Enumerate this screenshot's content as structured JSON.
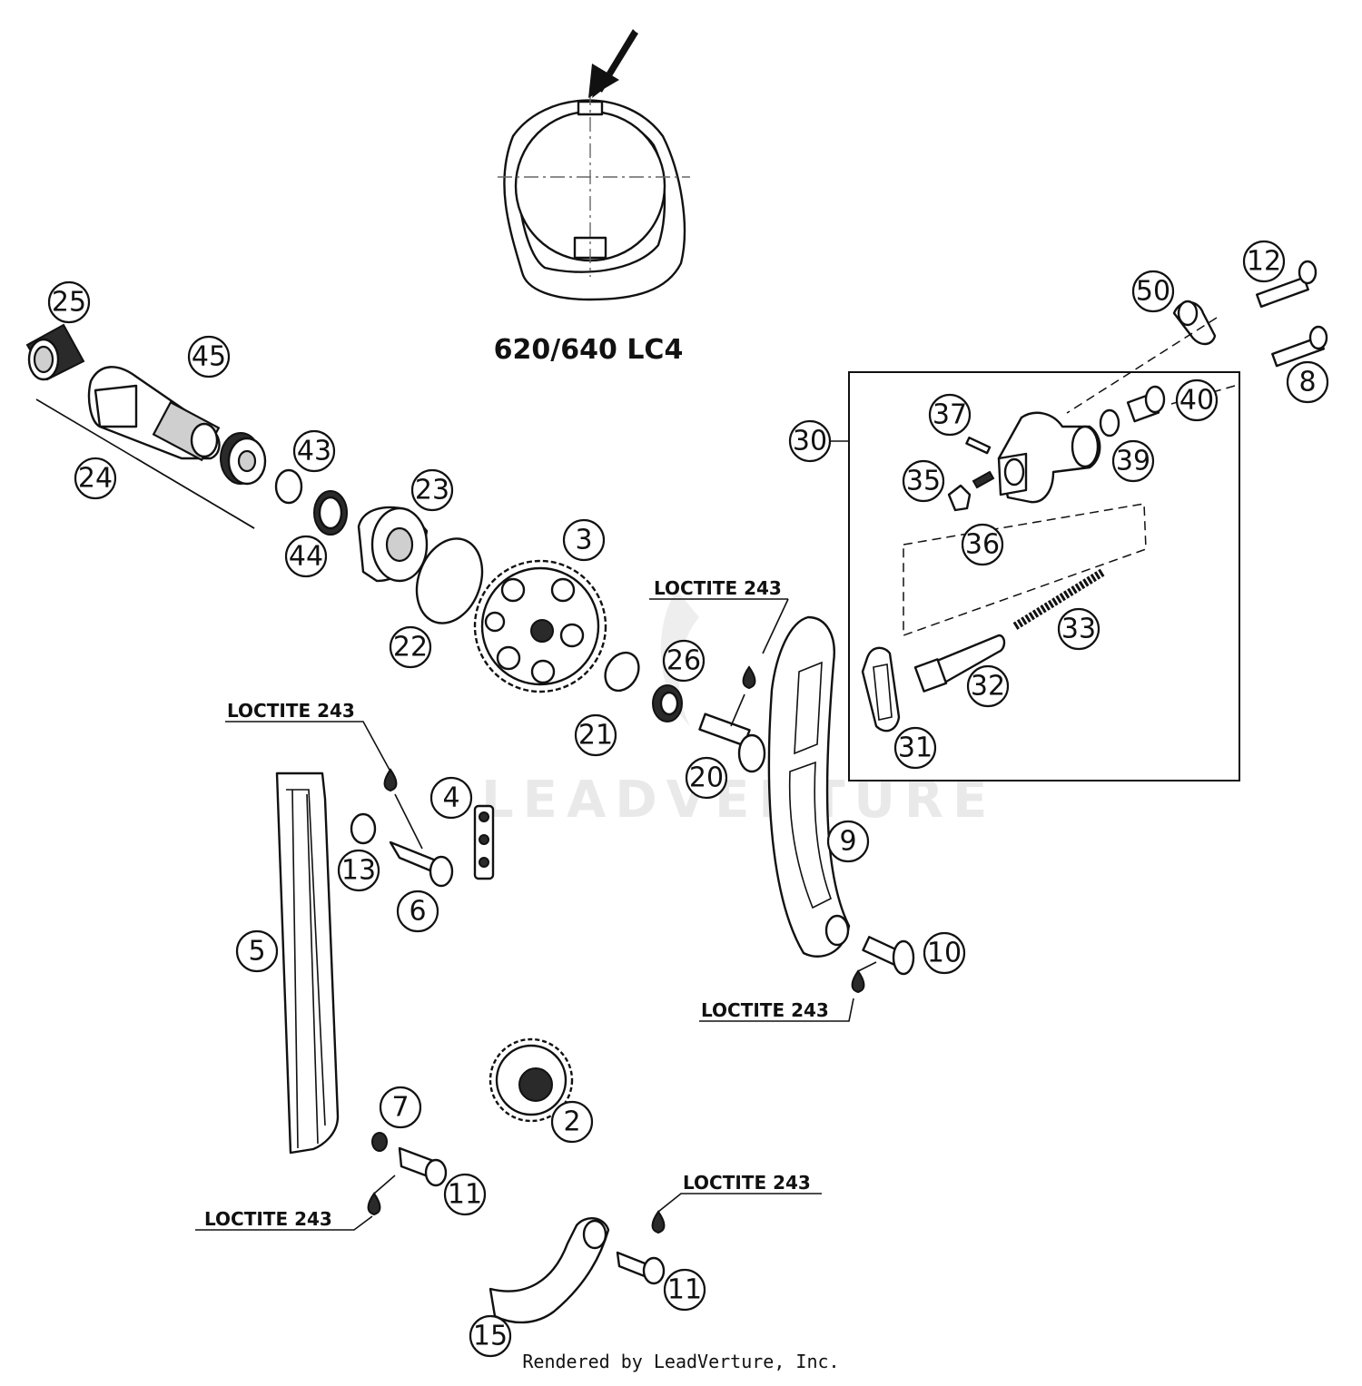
{
  "model_label": "620/640 LC4",
  "watermark": "LEADVENTURE",
  "footer": "Rendered by LeadVerture, Inc.",
  "loctite_label": "LOCTITE 243",
  "callouts": [
    "25",
    "45",
    "24",
    "43",
    "44",
    "23",
    "22",
    "3",
    "21",
    "26",
    "20",
    "9",
    "10",
    "12",
    "50",
    "8",
    "40",
    "39",
    "37",
    "30",
    "35",
    "36",
    "33",
    "32",
    "31",
    "4",
    "13",
    "6",
    "5",
    "7",
    "11",
    "2",
    "15"
  ]
}
